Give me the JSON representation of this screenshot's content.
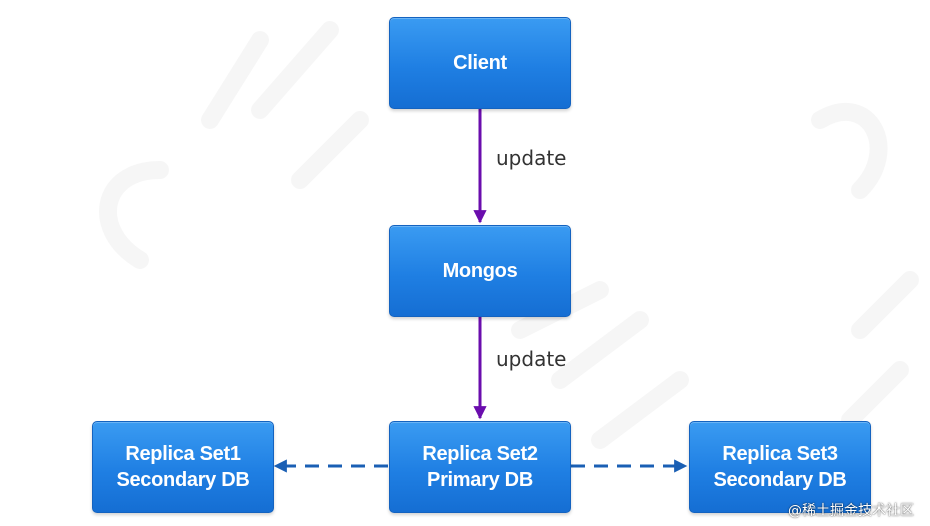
{
  "nodes": {
    "client": {
      "line1": "Client"
    },
    "mongos": {
      "line1": "Mongos"
    },
    "rs1": {
      "line1": "Replica Set1",
      "line2": "Secondary DB"
    },
    "rs2": {
      "line1": "Replica Set2",
      "line2": "Primary DB"
    },
    "rs3": {
      "line1": "Replica Set3",
      "line2": "Secondary DB"
    }
  },
  "edges": {
    "client_to_mongos": {
      "label": "update",
      "style": "solid",
      "color": "#6a0dad"
    },
    "mongos_to_primary": {
      "label": "update",
      "style": "solid",
      "color": "#6a0dad"
    },
    "primary_to_rs1": {
      "style": "dashed",
      "color": "#1a5fb4"
    },
    "primary_to_rs3": {
      "style": "dashed",
      "color": "#1a5fb4"
    }
  },
  "credit": "@稀土掘金技术社区"
}
